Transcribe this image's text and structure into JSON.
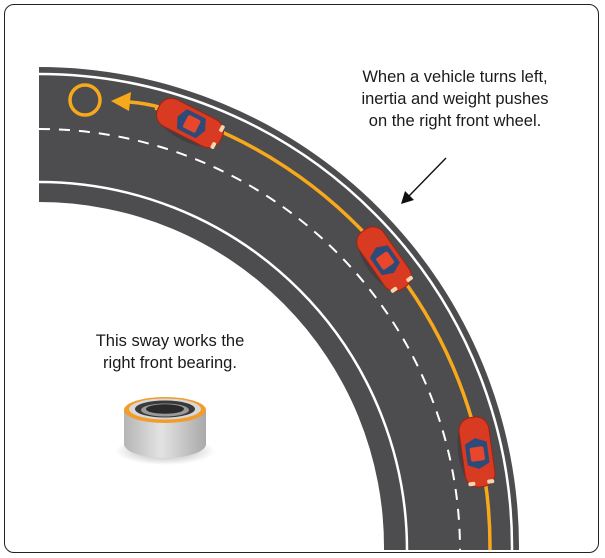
{
  "captions": {
    "top": {
      "line1": "When a vehicle turns left,",
      "line2": "inertia and weight pushes",
      "line3": "on the right front wheel."
    },
    "bottom": {
      "line1": "This sway works the",
      "line2": "right front bearing."
    }
  },
  "icons": {
    "target": "circle-target-icon",
    "direction": "arrow-left-icon",
    "pointer": "pointer-arrow-icon",
    "bearing": "wheel-bearing-icon",
    "car": "red-car-icon"
  },
  "colors": {
    "road": "#4d4d4f",
    "road_edge": "#ffffff",
    "center_line": "#f7a81b",
    "lane_dash": "#ffffff",
    "car_body": "#d93a22",
    "car_glass": "#2d4b78",
    "arrow": "#f7a81b",
    "bearing_outer": "#c9c9c9",
    "bearing_ring": "#f7a81b"
  }
}
